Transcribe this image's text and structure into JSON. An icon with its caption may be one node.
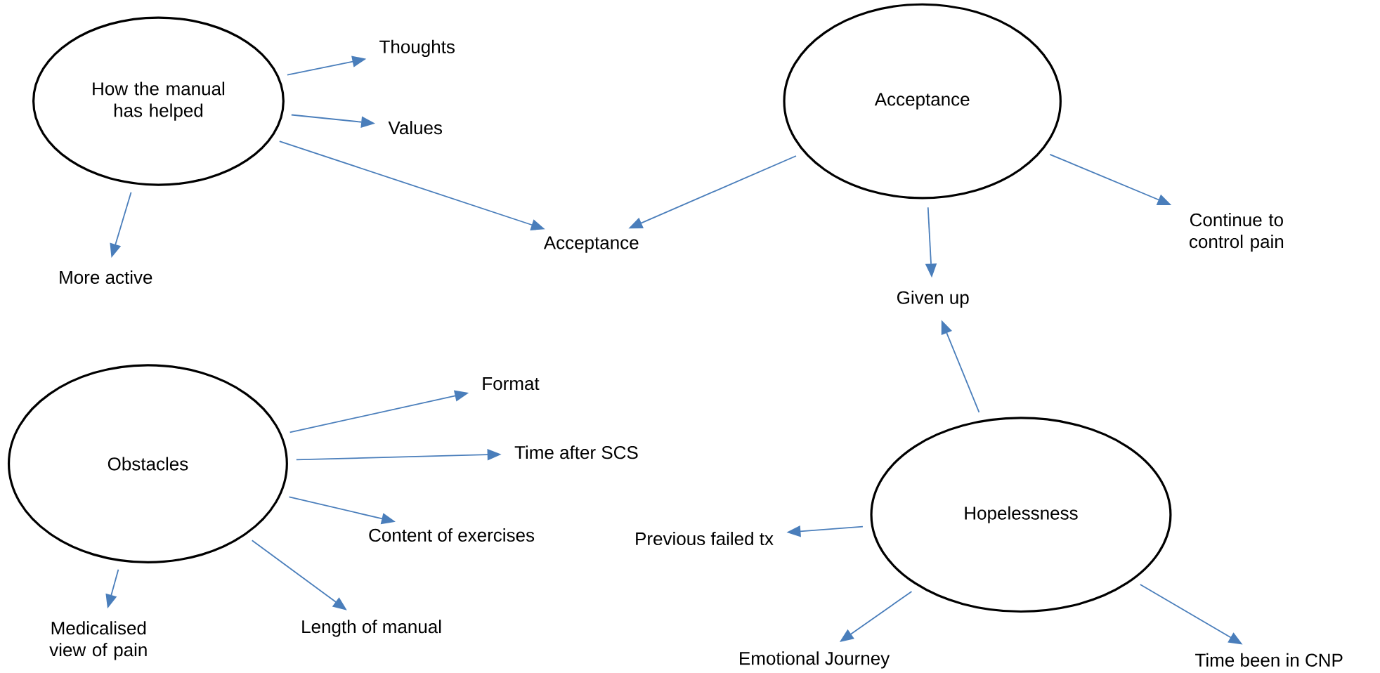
{
  "diagram": {
    "nodes": [
      {
        "text": [
          "How the manual has helped"
        ]
      },
      {
        "text": [
          "Thoughts"
        ]
      },
      {
        "text": [
          "Values"
        ]
      },
      {
        "text": [
          "More active"
        ]
      },
      {
        "text": [
          "Acceptance"
        ]
      },
      {
        "text": [
          "Acceptance"
        ]
      },
      {
        "text": [
          "Continue to control pain"
        ]
      },
      {
        "text": [
          "Given up"
        ]
      },
      {
        "text": [
          "Obstacles"
        ]
      },
      {
        "text": [
          "Format"
        ]
      },
      {
        "text": [
          "Time after SCS"
        ]
      },
      {
        "text": [
          "Content of exercises"
        ]
      },
      {
        "text": [
          "Medicalised view of pain"
        ]
      },
      {
        "text": [
          "Length of manual"
        ]
      },
      {
        "text": [
          "Hopelessness"
        ]
      },
      {
        "text": [
          "Previous failed tx"
        ]
      },
      {
        "text": [
          "Emotional Journey"
        ]
      },
      {
        "text": [
          "Time been in CNP"
        ]
      }
    ],
    "edges": [
      {
        "from": 0,
        "to": 1,
        "arrow": "to"
      },
      {
        "from": 0,
        "to": 2,
        "arrow": "to"
      },
      {
        "from": 0,
        "to": 3,
        "arrow": "to"
      },
      {
        "from": 0,
        "to": 4,
        "arrow": "to"
      },
      {
        "from": 5,
        "to": 4,
        "arrow": "to"
      },
      {
        "from": 5,
        "to": 7,
        "arrow": "to"
      },
      {
        "from": 5,
        "to": 6,
        "arrow": "to"
      },
      {
        "from": 8,
        "to": 9,
        "arrow": "to"
      },
      {
        "from": 8,
        "to": 10,
        "arrow": "to"
      },
      {
        "from": 8,
        "to": 11,
        "arrow": "to"
      },
      {
        "from": 8,
        "to": 12,
        "arrow": "to"
      },
      {
        "from": 8,
        "to": 13,
        "arrow": "to"
      },
      {
        "from": 14,
        "to": 7,
        "arrow": "to"
      },
      {
        "from": 14,
        "to": 15,
        "arrow": "to"
      },
      {
        "from": 14,
        "to": 16,
        "arrow": "to"
      },
      {
        "from": 14,
        "to": 17,
        "arrow": "to"
      }
    ]
  }
}
